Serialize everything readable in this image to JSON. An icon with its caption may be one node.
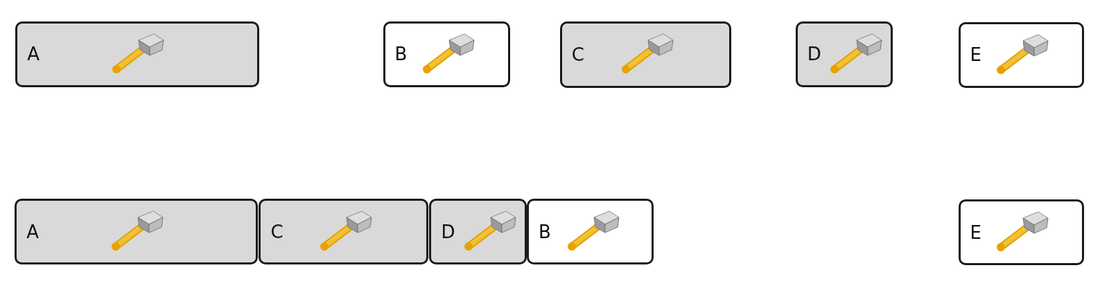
{
  "diagram": {
    "nodes": [
      {
        "text": [
          "A"
        ]
      },
      {
        "text": [
          "B"
        ]
      },
      {
        "text": [
          "C"
        ]
      },
      {
        "text": [
          "D"
        ]
      },
      {
        "text": [
          "E"
        ]
      },
      {
        "text": [
          "A"
        ]
      },
      {
        "text": [
          "C"
        ]
      },
      {
        "text": [
          "D"
        ]
      },
      {
        "text": [
          "B"
        ]
      },
      {
        "text": [
          "E"
        ]
      }
    ]
  }
}
